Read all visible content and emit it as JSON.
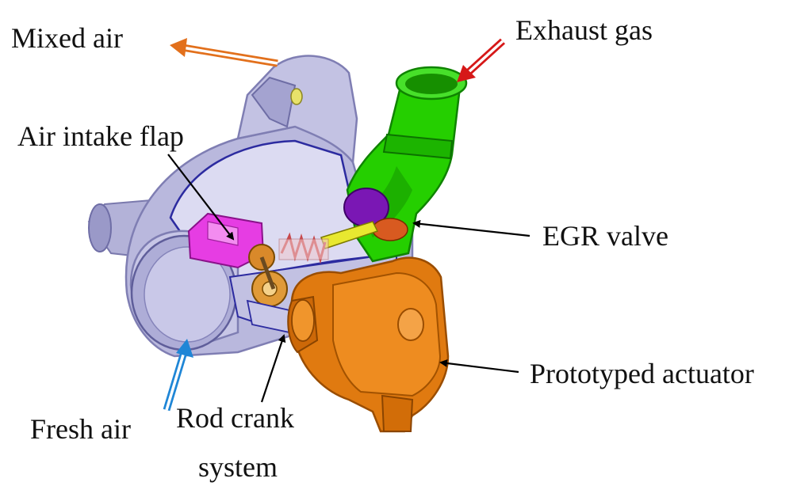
{
  "labels": {
    "mixed_air": "Mixed air",
    "exhaust_gas": "Exhaust gas",
    "air_intake_flap": "Air intake flap",
    "egr_valve": "EGR valve",
    "prototyped_actuator": "Prototyped actuator",
    "fresh_air": "Fresh air",
    "rod_crank_line1": "Rod crank",
    "rod_crank_line2": "system"
  },
  "colors": {
    "housing": "#b7b6dc",
    "housing_dark": "#8d8cc2",
    "housing_inner": "#d9d8f0",
    "egr_pipe": "#22cc00",
    "egr_pipe_dark": "#129400",
    "actuator": "#e07a10",
    "actuator_dark": "#a75300",
    "flap": "#e23de0",
    "valve_disc": "#7a17b4",
    "mixed_air_arrow": "#e2701c",
    "exhaust_arrow": "#d61818",
    "fresh_air_arrow": "#1f86d6",
    "pointer_arrow": "#000000"
  }
}
